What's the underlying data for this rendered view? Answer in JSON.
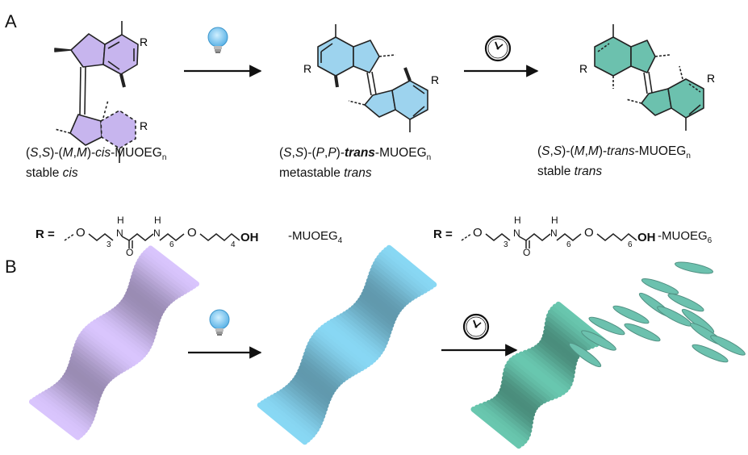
{
  "panels": {
    "a": "A",
    "b": "B"
  },
  "molecules": [
    {
      "pre": "(",
      "s1": "S",
      "comma": ",",
      "s2": "S",
      "mid1": ")-(",
      "h1": "M",
      "comma2": ",",
      "h2": "M",
      "mid2": ")-",
      "geom": "cis",
      "post": "-MUOEG",
      "sub": "n",
      "desc_plain": "stable ",
      "desc_ital": "cis"
    },
    {
      "pre": "(",
      "s1": "S",
      "comma": ",",
      "s2": "S",
      "mid1": ")-(",
      "h1": "P",
      "comma2": ",",
      "h2": "P",
      "mid2": ")-",
      "geom": "trans",
      "post": "-MUOEG",
      "sub": "n",
      "desc_plain": "metastable ",
      "desc_ital": "trans"
    },
    {
      "pre": "(",
      "s1": "S",
      "comma": ",",
      "s2": "S",
      "mid1": ")-(",
      "h1": "M",
      "comma2": ",",
      "h2": "M",
      "mid2": ")-",
      "geom": "trans",
      "post": "-MUOEG",
      "sub": "n",
      "desc_plain": "stable ",
      "desc_ital": "trans"
    }
  ],
  "rgroups": [
    {
      "r_label": "R =",
      "o1": "O",
      "n1": "N",
      "h1": "H",
      "n2": "N",
      "h2": "H",
      "o2": "O",
      "oc": "O",
      "oh": "OH",
      "sub_a": "3",
      "sub_b": "6",
      "sub_c": "4",
      "name": "-MUOEG",
      "name_sub": "4"
    },
    {
      "r_label": "R =",
      "o1": "O",
      "n1": "N",
      "h1": "H",
      "n2": "N",
      "h2": "H",
      "o2": "O",
      "oc": "O",
      "oh": "OH",
      "sub_a": "3",
      "sub_b": "6",
      "sub_c": "6",
      "name": "-MUOEG",
      "name_sub": "6"
    }
  ],
  "struct_labels": {
    "r": "R"
  },
  "colors": {
    "cis": "#c7b5ee",
    "metastable_trans": "#9dd3ee",
    "stable_trans": "#6cc1ae",
    "helix_cis": "#c5b3e6",
    "helix_meta": "#7cc4de",
    "helix_stable": "#5fb59f"
  },
  "icons": [
    "light-bulb-icon",
    "clock-icon"
  ]
}
